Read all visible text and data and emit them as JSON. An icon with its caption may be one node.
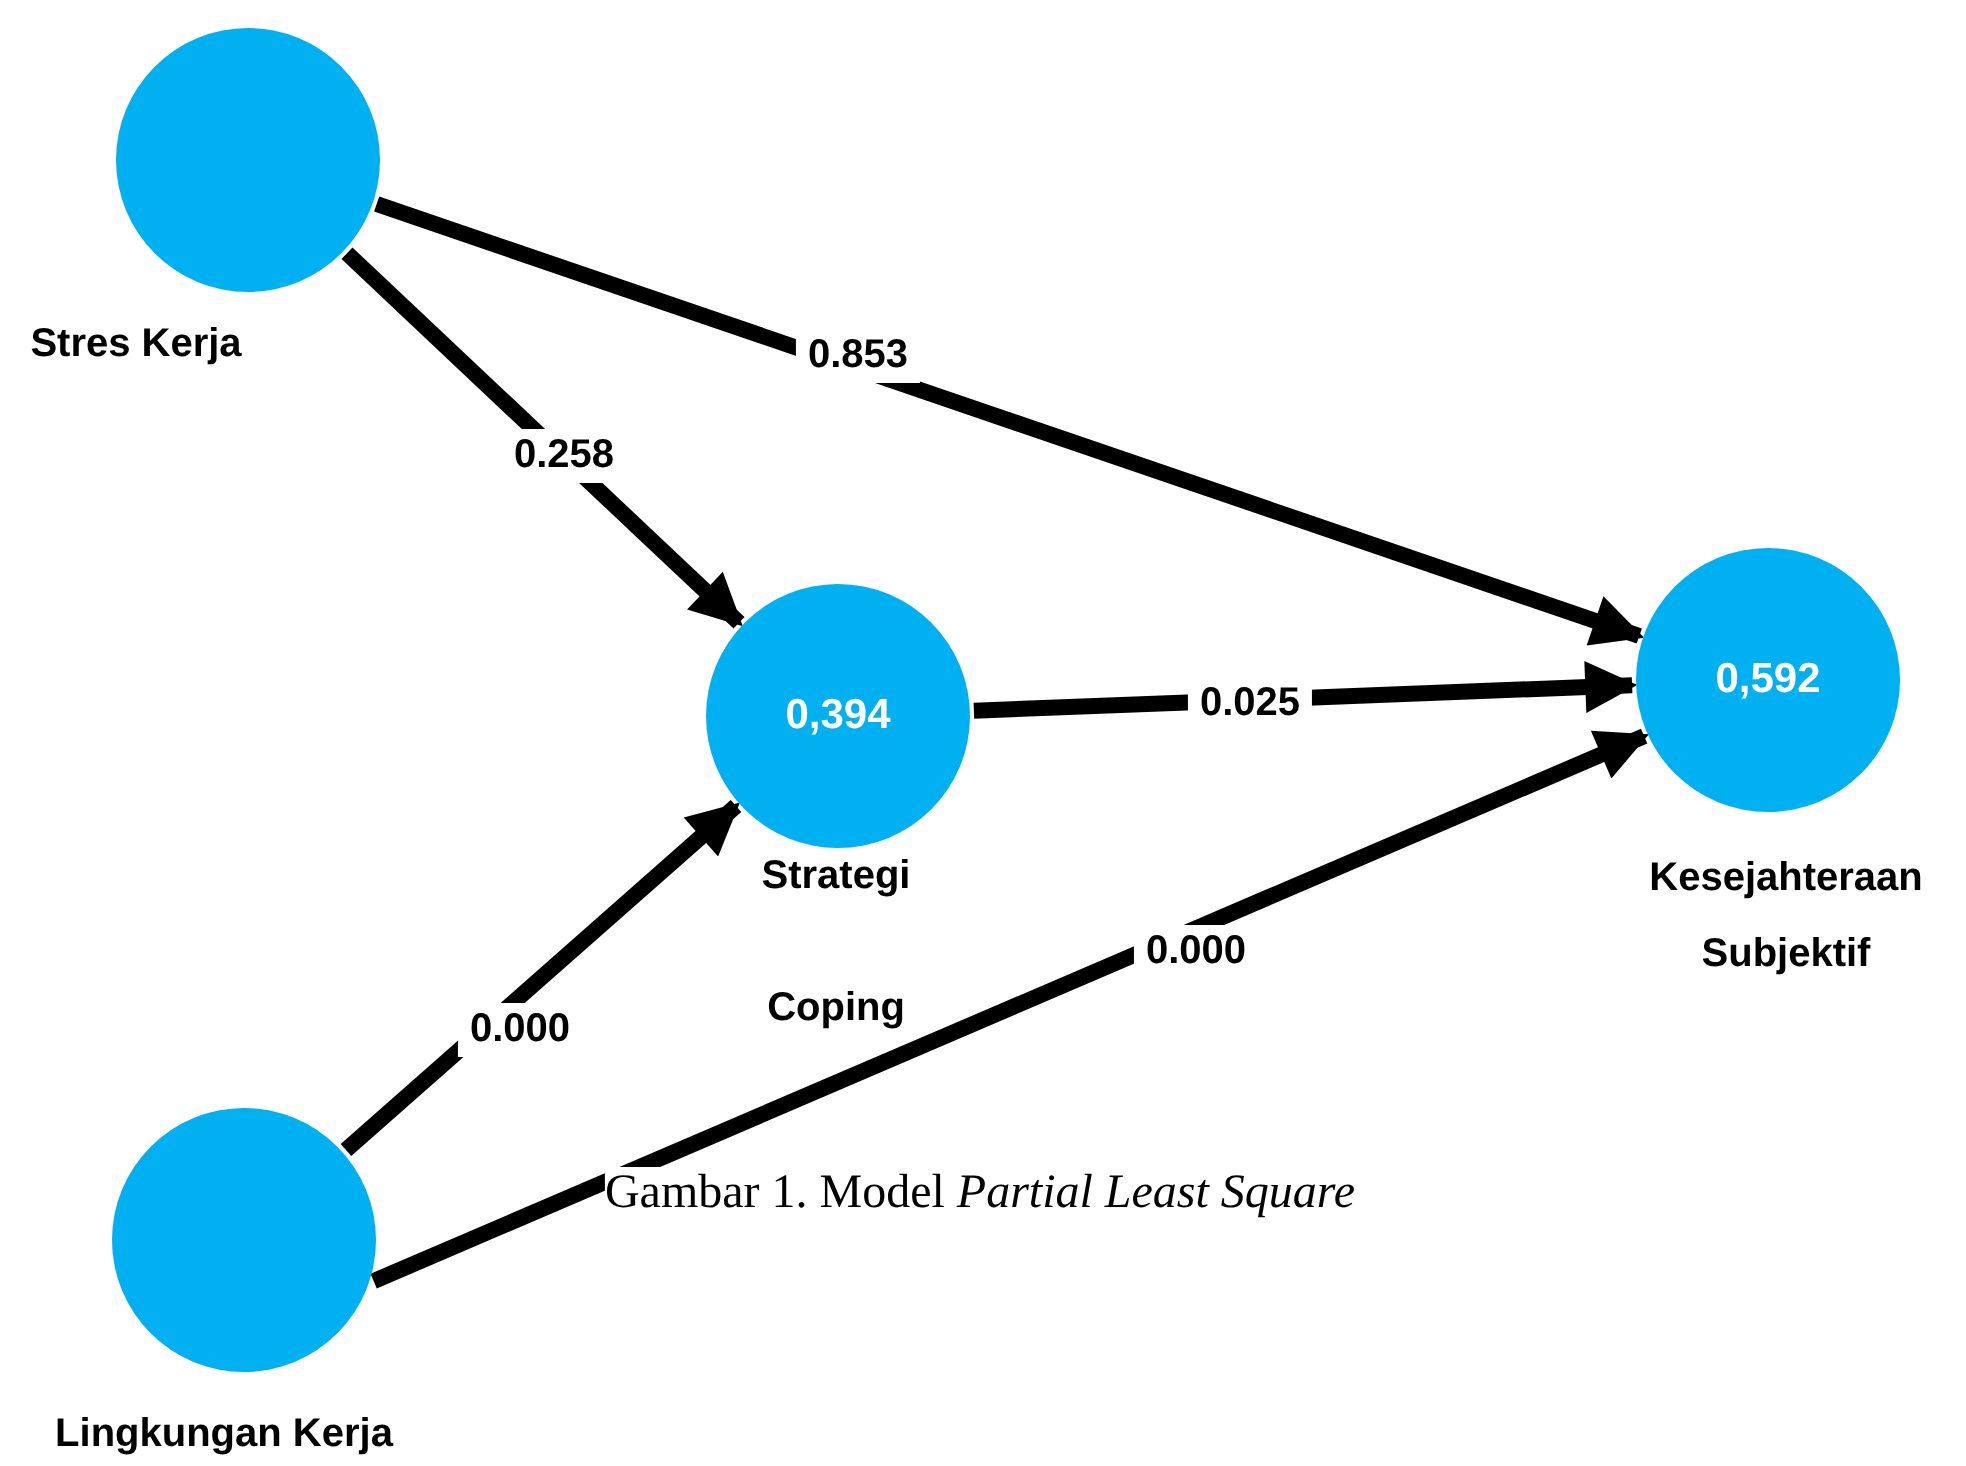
{
  "diagram": {
    "caption": "Gambar 1. Model *Partial Least Square*",
    "nodes": [
      {
        "text": [
          "Stres Kerja"
        ]
      },
      {
        "text": [
          "0,394",
          "Strategi Coping"
        ]
      },
      {
        "text": [
          "0,592",
          "Kesejahteraan Subjektif"
        ]
      },
      {
        "text": [
          "Lingkungan Kerja"
        ]
      }
    ],
    "edges": [
      {
        "from": 0,
        "to": 2,
        "arrow": "to",
        "label": "0.853"
      },
      {
        "from": 0,
        "to": 1,
        "arrow": "to",
        "label": "0.258"
      },
      {
        "from": 1,
        "to": 2,
        "arrow": "to",
        "label": "0.025"
      },
      {
        "from": 3,
        "to": 1,
        "arrow": "to",
        "label": "0.000"
      },
      {
        "from": 3,
        "to": 2,
        "arrow": "to",
        "label": "0.000"
      }
    ]
  }
}
